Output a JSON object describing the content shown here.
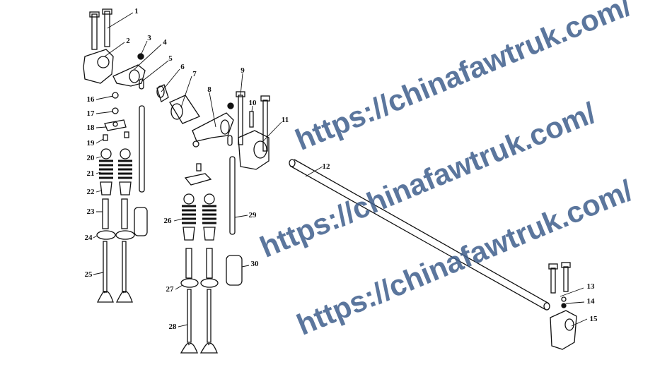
{
  "diagram": {
    "part_numbers": [
      "1",
      "2",
      "3",
      "4",
      "5",
      "6",
      "7",
      "8",
      "9",
      "10",
      "11",
      "12",
      "13",
      "14",
      "15",
      "16",
      "17",
      "18",
      "19",
      "20",
      "21",
      "22",
      "23",
      "24",
      "25",
      "26",
      "27",
      "28",
      "29",
      "30"
    ]
  },
  "watermark": {
    "text": "https://chinafawtruk.com/",
    "color": "#3f5f8c"
  }
}
